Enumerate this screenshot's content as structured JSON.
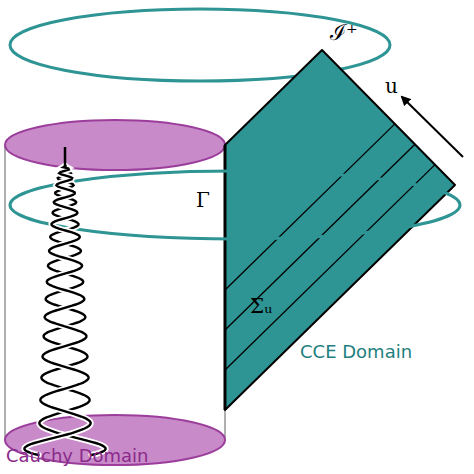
{
  "diagram": {
    "labels": [
      "ℐ⁺",
      "u",
      "Γ",
      "Σᵤ",
      "CCE Domain",
      "Cauchy Domain"
    ]
  }
}
